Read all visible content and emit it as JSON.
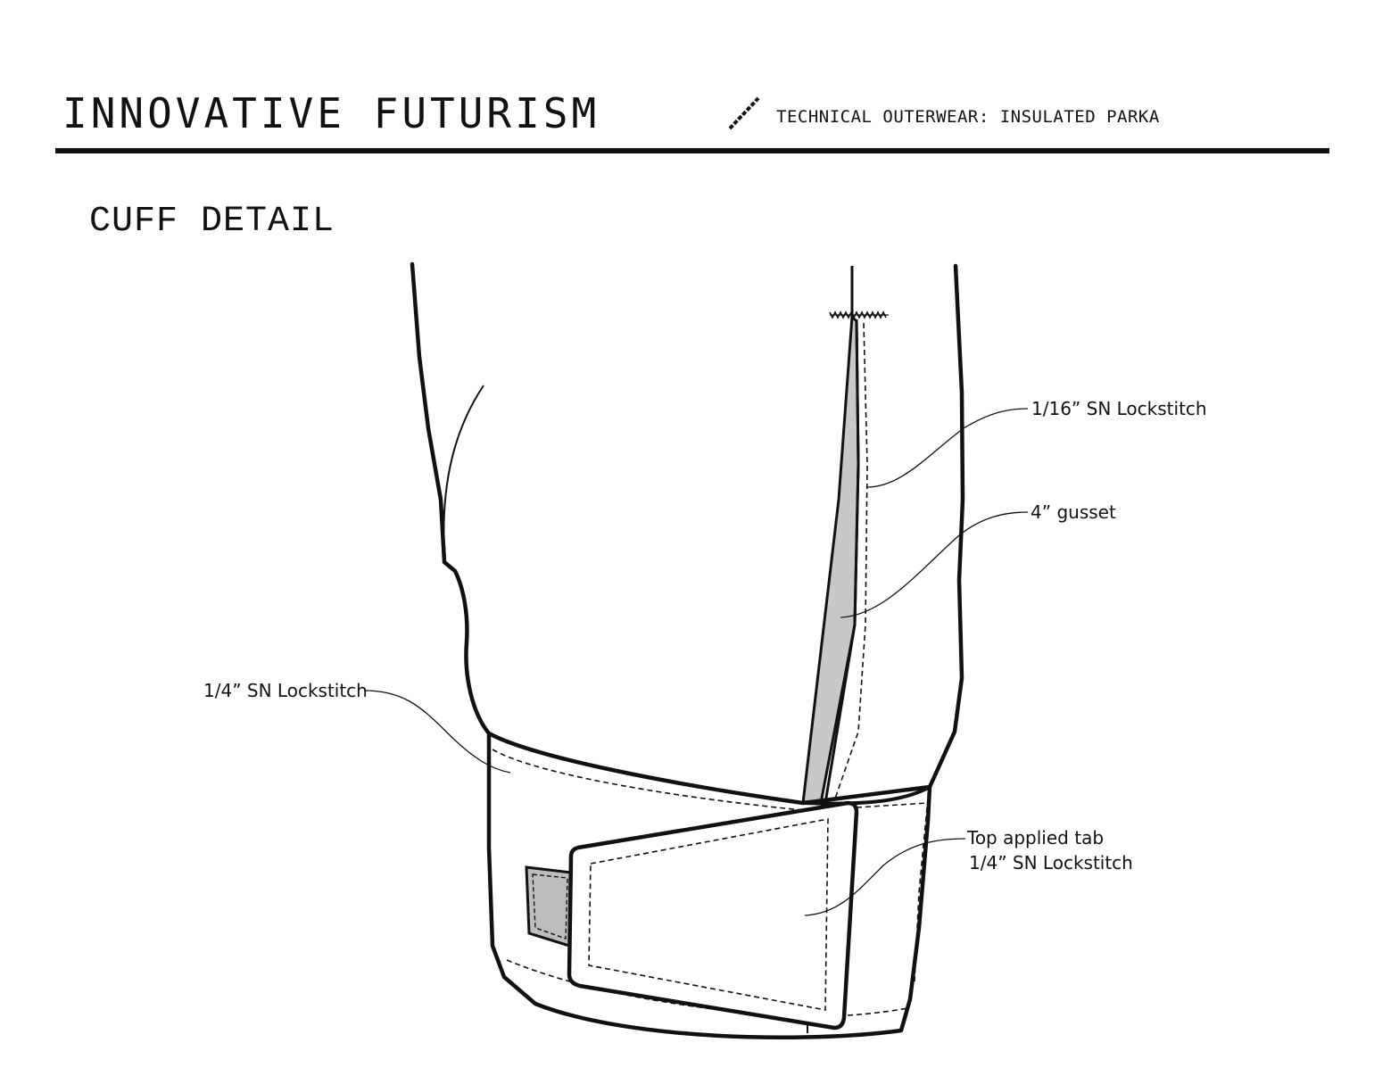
{
  "header": {
    "brand": "INNOVATIVE FUTURISM",
    "subtitle": "TECHNICAL OUTERWEAR: INSULATED PARKA"
  },
  "section": {
    "title": "CUFF DETAIL"
  },
  "callouts": {
    "lockstitch_16": "1/16” SN Lockstitch",
    "gusset": "4” gusset",
    "lockstitch_4_left": "1/4” SN Lockstitch",
    "tab_line1": "Top applied tab",
    "tab_line2": "1/4” SN Lockstitch"
  },
  "colors": {
    "ink": "#111111",
    "fill_gray": "#c8c8c8",
    "paper": "#ffffff"
  }
}
